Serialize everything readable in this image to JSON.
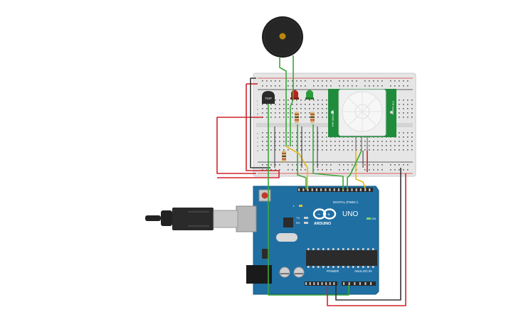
{
  "components": {
    "temp_sensor_label": "TMP",
    "pir_side_label_left": "PIR SENSOR",
    "pir_side_label_right": "PIR Sensor"
  },
  "arduino": {
    "brand": "ARDUINO",
    "model": "UNO",
    "digital_header_label": "DIGITAL (PWM~)",
    "power_label": "POWER",
    "analog_label": "ANALOG IN",
    "on_label": "ON",
    "tx_label": "TX",
    "rx_label": "RX",
    "l_label": "L"
  },
  "breadboard": {
    "row_letters_top": [
      "j",
      "i",
      "h",
      "g",
      "f"
    ],
    "row_letters_bottom": [
      "e",
      "d",
      "c",
      "b",
      "a"
    ]
  },
  "colors": {
    "breadboard": "#e6e6e6",
    "arduino_board": "#1f6fa3",
    "wire_red": "#d0222b",
    "wire_black": "#333333",
    "wire_green": "#3aa83a",
    "wire_yellow": "#e8b81a",
    "pir_board": "#1e8c3a",
    "led_red": "#b3261e",
    "led_green": "#2e9a3e",
    "buzzer": "#222222"
  }
}
